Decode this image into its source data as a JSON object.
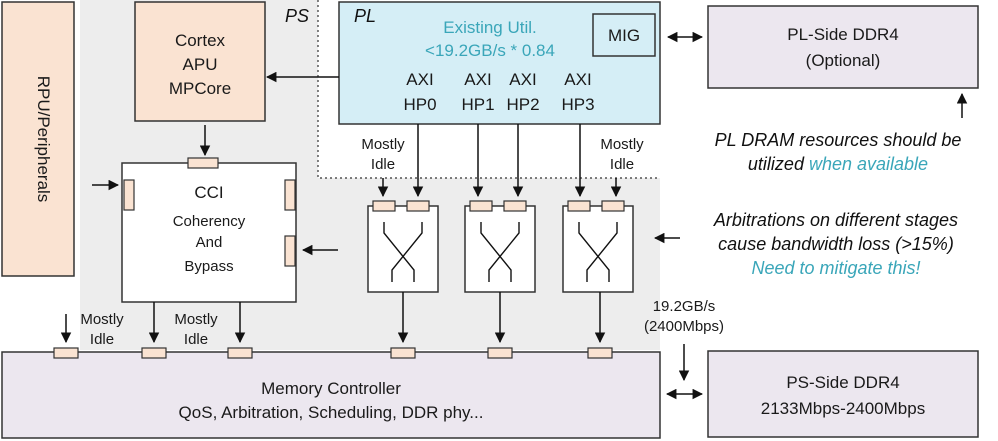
{
  "colors": {
    "ps_region": "#ededed",
    "pl_block": "#d5eef6",
    "apu_block": "#fae3d2",
    "rpu_block": "#fae3d2",
    "memory_block": "#ece7ef",
    "ddr_block": "#ece7ef",
    "port": "#fae3d2",
    "accent_text": "#3aa6b9"
  },
  "rpu": {
    "label": "RPU/Peripherals"
  },
  "apu": {
    "line1": "Cortex",
    "line2": "APU",
    "line3": "MPCore"
  },
  "ps": {
    "label": "PS"
  },
  "pl": {
    "label": "PL",
    "util_line1": "Existing Util.",
    "util_line2": "<19.2GB/s * 0.84",
    "mig": "MIG",
    "ports": [
      {
        "top": "AXI",
        "bottom": "HP0"
      },
      {
        "top": "AXI",
        "bottom": "HP1"
      },
      {
        "top": "AXI",
        "bottom": "HP2"
      },
      {
        "top": "AXI",
        "bottom": "HP3"
      }
    ]
  },
  "pl_ddr": {
    "line1": "PL-Side DDR4",
    "line2": "(Optional)"
  },
  "cci": {
    "line1": "CCI",
    "line2": "Coherency",
    "line3": "And",
    "line4": "Bypass"
  },
  "idle_labels": {
    "hp0": {
      "line1": "Mostly",
      "line2": "Idle"
    },
    "hp3": {
      "line1": "Mostly",
      "line2": "Idle"
    },
    "mc_left": {
      "line1": "Mostly",
      "line2": "Idle"
    },
    "mc_mid": {
      "line1": "Mostly",
      "line2": "Idle"
    }
  },
  "notes": {
    "dram_line1": "PL DRAM resources should be",
    "dram_line2_a": "utilized",
    "dram_line2_b": "when available",
    "arb_line1": "Arbitrations on different stages",
    "arb_line2": "cause bandwidth loss (>15%)",
    "arb_line3": "Need to mitigate this!"
  },
  "bandwidth": {
    "line1": "19.2GB/s",
    "line2": "(2400Mbps)"
  },
  "memory_controller": {
    "line1": "Memory Controller",
    "line2": "QoS, Arbitration, Scheduling, DDR phy..."
  },
  "ps_ddr": {
    "line1": "PS-Side DDR4",
    "line2": "2133Mbps-2400Mbps"
  }
}
